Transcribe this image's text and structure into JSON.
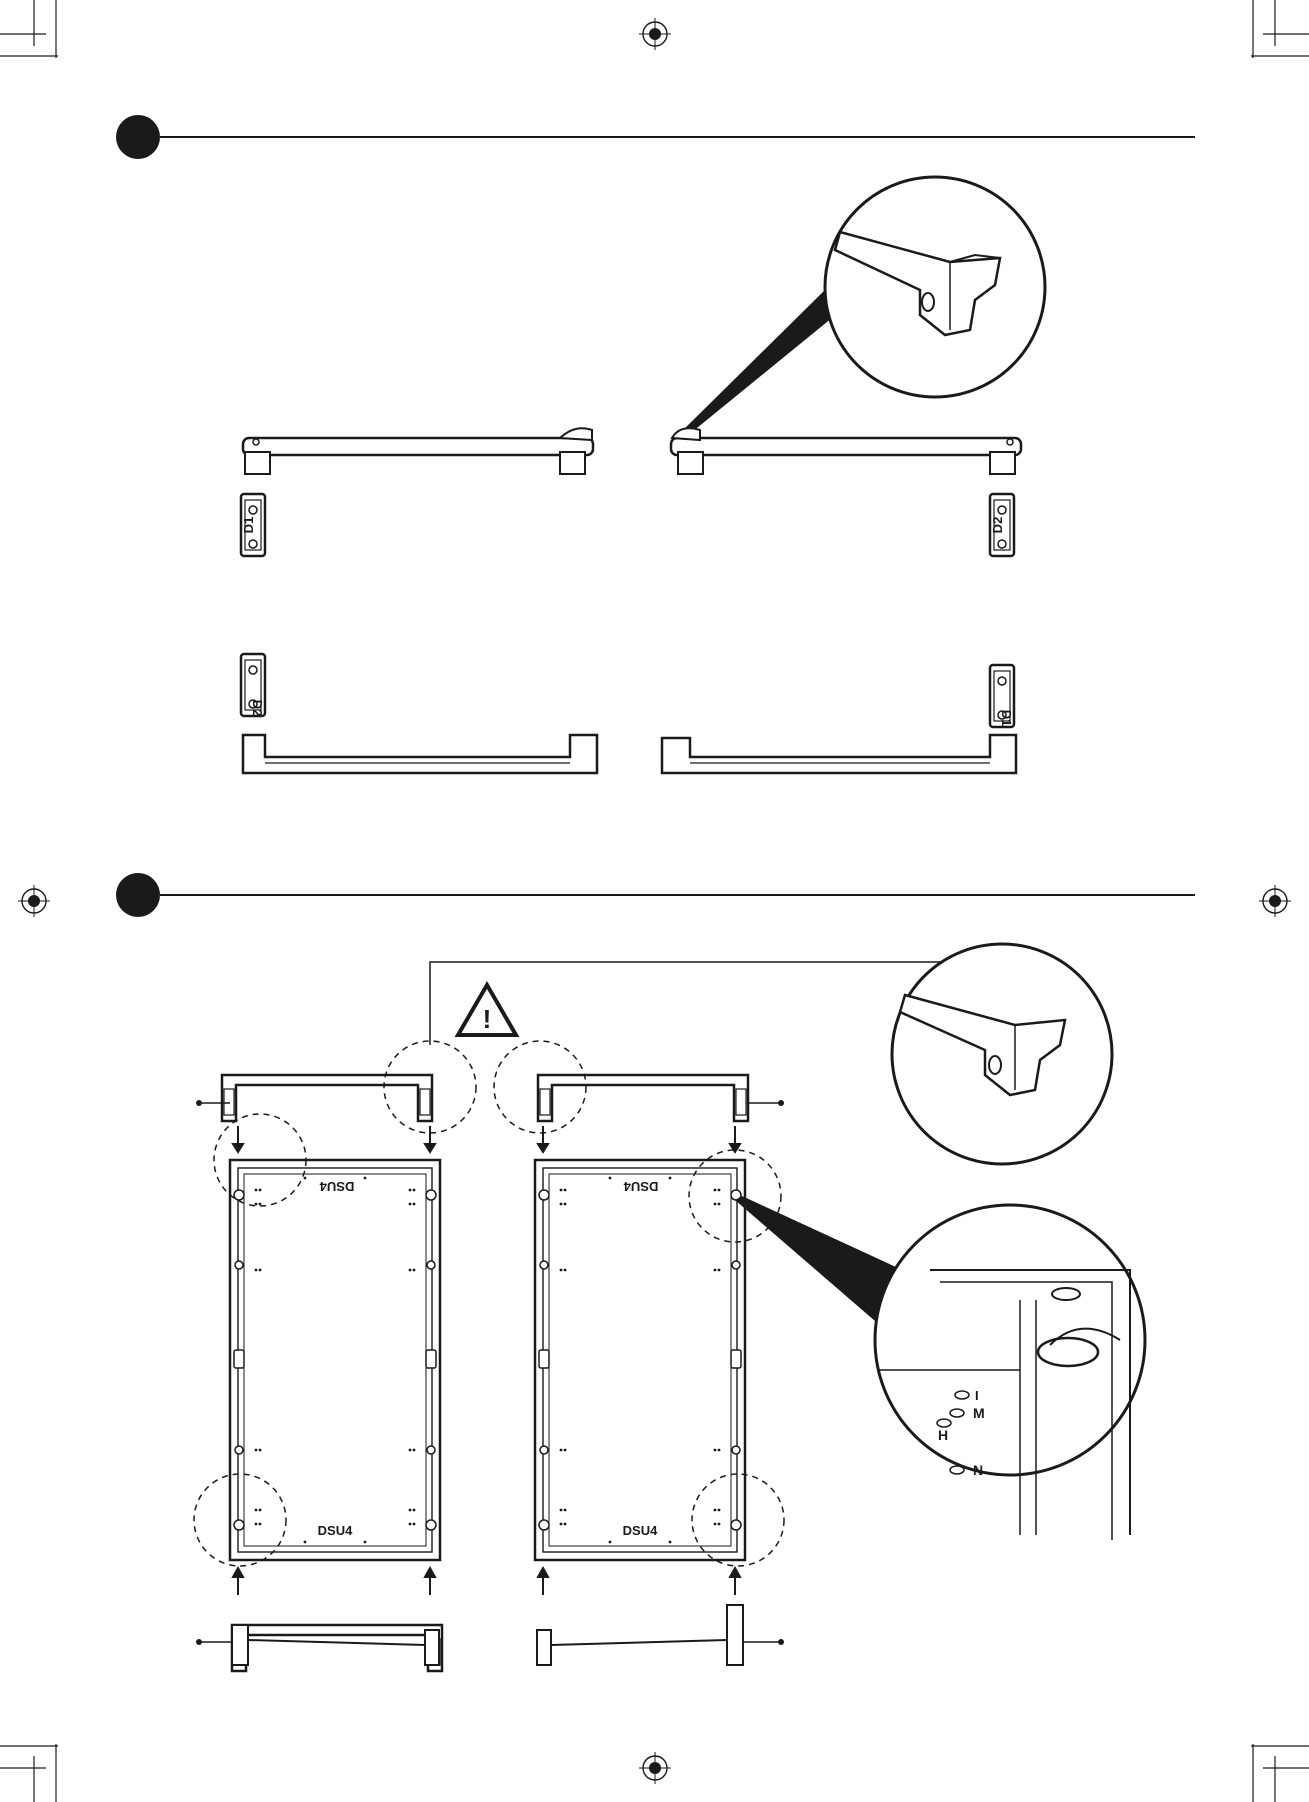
{
  "steps": [
    {
      "name": "step-1",
      "marker": "filled-circle"
    },
    {
      "name": "step-2",
      "marker": "filled-circle"
    }
  ],
  "part_labels": {
    "d1": "D1",
    "d2": "D2",
    "panel_code": "DSU4"
  },
  "detail_labels": {
    "i": "I",
    "m": "M",
    "h": "H",
    "n": "N"
  },
  "warning": {
    "symbol": "!",
    "icon": "warning-triangle-icon"
  },
  "colors": {
    "ink": "#1a1a1a",
    "paper": "#ffffff"
  }
}
